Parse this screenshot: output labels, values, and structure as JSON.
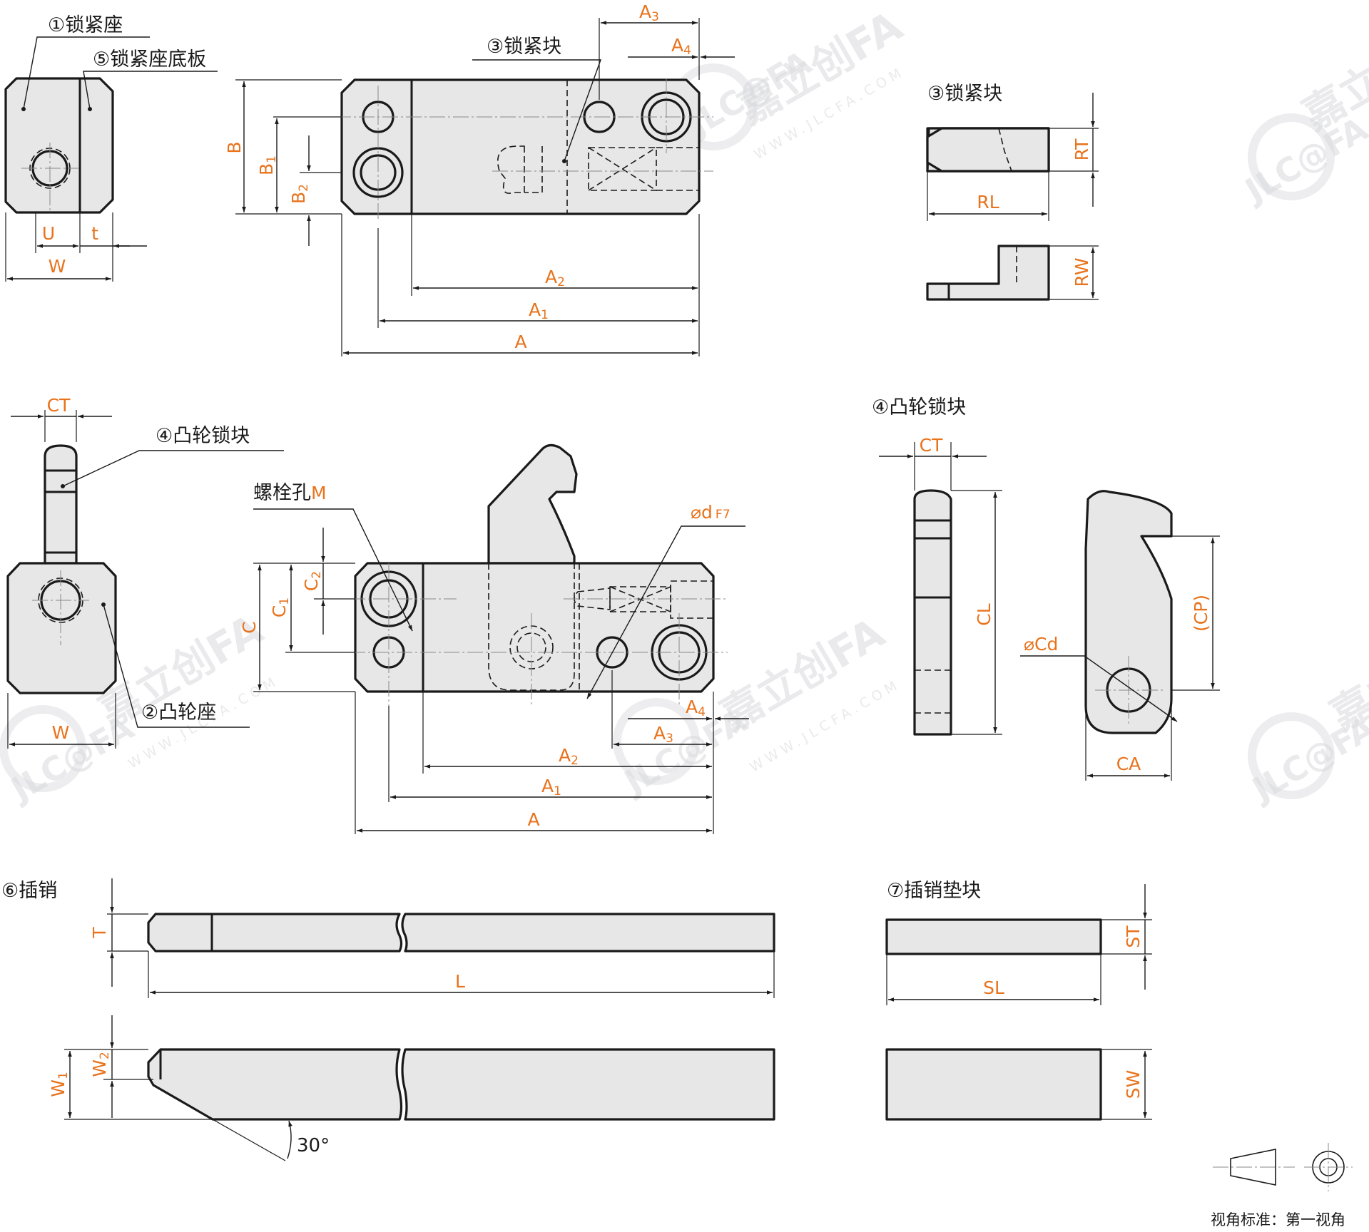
{
  "watermark": {
    "logo": "JLC@FA",
    "brand": "嘉立创FA",
    "url": "WWW.JLCFA.COM"
  },
  "parts": {
    "lock_seat": "①锁紧座",
    "lock_block": "③锁紧块",
    "lock_base_plate": "⑤锁紧座底板",
    "lock_block_detail": "③锁紧块",
    "cam_lock_block": "④凸轮锁块",
    "cam_seat": "②凸轮座",
    "cam_lock_block_detail": "④凸轮锁块",
    "bolt_hole": "螺栓孔",
    "pin": "⑥插销",
    "pin_pad": "⑦插销垫块"
  },
  "dimensions": {
    "A": "A",
    "A1": "A",
    "A1_sub": "1",
    "A2": "A",
    "A2_sub": "2",
    "A3": "A",
    "A3_sub": "3",
    "A4": "A",
    "A4_sub": "4",
    "B": "B",
    "B1": "B",
    "B1_sub": "1",
    "B2": "B",
    "B2_sub": "2",
    "U": "U",
    "t": "t",
    "W": "W",
    "RT": "RT",
    "RL": "RL",
    "RW": "RW",
    "CT": "CT",
    "CL": "CL",
    "CP": "(CP)",
    "Cd": "⌀Cd",
    "CA": "CA",
    "M": "M",
    "d": "⌀d",
    "d_sub": "F7",
    "C": "C",
    "C1": "C",
    "C1_sub": "1",
    "C2": "C",
    "C2_sub": "2",
    "T": "T",
    "L": "L",
    "W1": "W",
    "W1_sub": "1",
    "W2": "W",
    "W2_sub": "2",
    "angle": "30°",
    "ST": "ST",
    "SL": "SL",
    "SW": "SW"
  },
  "view_standard": "视角标准：第一视角"
}
